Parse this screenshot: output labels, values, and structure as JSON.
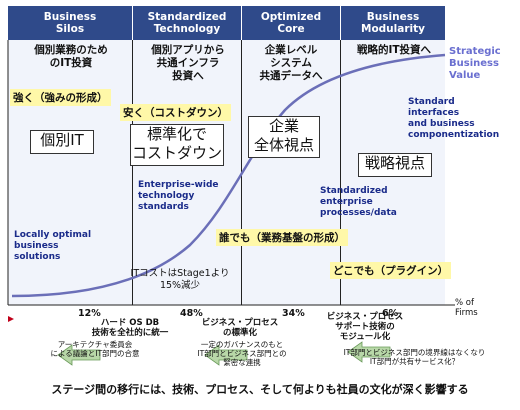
{
  "headers": [
    {
      "l1": "Business",
      "l2": "Silos"
    },
    {
      "l1": "Standardized",
      "l2": "Technology"
    },
    {
      "l1": "Optimized",
      "l2": "Core"
    },
    {
      "l1": "Business",
      "l2": "Modularity"
    }
  ],
  "top_labels": [
    {
      "l1": "個別業務のため",
      "l2": "のIT投資"
    },
    {
      "l1": "個別アプリから",
      "l2": "共通インフラ",
      "l3": "投資へ"
    },
    {
      "l1": "企業レベル",
      "l2": "システム",
      "l3": "共通データへ"
    },
    {
      "l1": "戦略的IT投資へ"
    }
  ],
  "strategic_value": {
    "l1": "Strategic",
    "l2": "Business",
    "l3": "Value"
  },
  "yellow_labels": {
    "strong": "強く（強みの形成）",
    "cheap": "安く（コストダウン）",
    "anyone": "誰でも（業務基盤の形成）",
    "anywhere": "どこでも（プラグイン）"
  },
  "boxes": {
    "individual": "個別IT",
    "standard_l1": "標準化で",
    "standard_l2": "コストダウン",
    "enterprise_l1": "企業",
    "enterprise_l2": "全体視点",
    "strategy": "戦略視点"
  },
  "blue_labels": {
    "locally": {
      "l1": "Locally optimal",
      "l2": "business",
      "l3": "solutions"
    },
    "enterprise_wide": {
      "l1": "Enterprise-wide",
      "l2": "technology",
      "l3": "standards"
    },
    "standardized": {
      "l1": "Standardized",
      "l2": "enterprise",
      "l3": "processes/data"
    },
    "standard_interfaces": {
      "l1": "Standard",
      "l2": "interfaces",
      "l3": "and business",
      "l4": "componentization"
    }
  },
  "it_cost_note": {
    "l1": "ITコストはStage1より",
    "l2": "15%減少"
  },
  "percentages": [
    "12%",
    "48%",
    "34%",
    "6%"
  ],
  "firms_label": {
    "l1": "% of",
    "l2": "Firms"
  },
  "stages": [
    {
      "title_l1": "ハード OS DB",
      "title_l2": "技術を全社的に統一",
      "desc_l1": "アーキテクチャ委員会",
      "desc_l2": "による議論とIT部門の合意"
    },
    {
      "title_l1": "ビジネス・プロセス",
      "title_l2": "の標準化",
      "desc_l1": "一定のガバナンスのもと",
      "desc_l2": "IT部門とビジネス部門との",
      "desc_l3": "緊密な連携"
    },
    {
      "title_l1": "ビジネス・プロセス",
      "title_l2": "サポート技術の",
      "title_l3": "モジュール化",
      "desc_l1": "IT部門とビジネス部門の境界線はなくなり",
      "desc_l2": "IT部門が共有サービス化？"
    }
  ],
  "bottom_text": "ステージ間の移行には、技術、プロセス、そして何よりも社員の文化が深く影響する",
  "colors": {
    "header": "#2f4a8a",
    "highlight": "#fff8a8",
    "label_blue": "#1a2b8a",
    "curve": "#6b6fb8"
  }
}
